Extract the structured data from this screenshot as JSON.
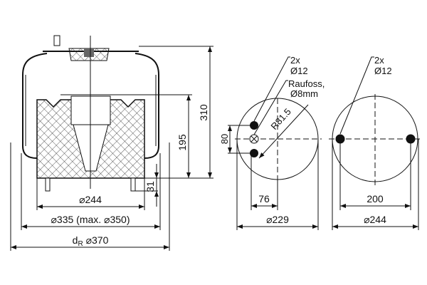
{
  "side_view": {
    "dim_height_total": "310",
    "dim_piston_height": "195",
    "dim_pin_length": "31",
    "dim_piston_diameter": "⌀244",
    "dim_bellow_diameter": "⌀335 (max. ⌀350)",
    "dim_rolling_prefix": "d",
    "dim_rolling_subscript": "R",
    "dim_rolling_diameter": "⌀370"
  },
  "top_plate_view": {
    "hole_count": "2x",
    "hole_diameter": "Ø12",
    "air_fitting": "Raufoss,",
    "air_fitting_size": "Ø8mm",
    "radius": "R81.5",
    "hole_spacing": "80",
    "offset": "76",
    "plate_diameter": "⌀229"
  },
  "bottom_plate_view": {
    "hole_count": "2x",
    "hole_diameter": "Ø12",
    "hole_spacing": "200",
    "plate_diameter": "⌀244"
  }
}
